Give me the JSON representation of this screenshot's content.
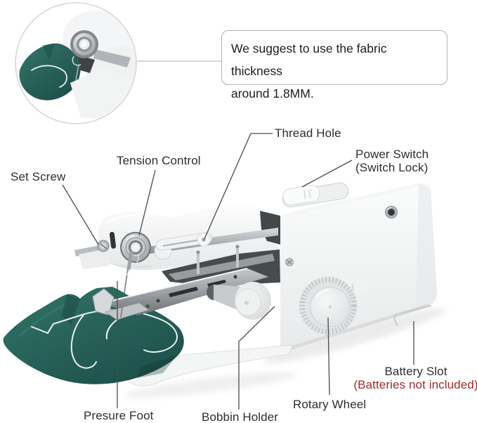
{
  "note_box": {
    "line1": "We suggest to use the fabric thickness",
    "line2": "around 1.8MM."
  },
  "callouts": {
    "thread_hole": "Thread Hole",
    "tension_control": "Tension Control",
    "set_screw": "Set Screw",
    "power_switch": "Power Switch",
    "power_switch_sub": "(Switch Lock)",
    "battery_slot": "Battery Slot",
    "battery_slot_note": "(Batteries not included)",
    "presser_foot": "Presure Foot",
    "bobbin_holder": "Bobbin Holder",
    "rotary_wheel": "Rotary Wheel"
  },
  "colors": {
    "label_text": "#2e2e2e",
    "warning_red": "#a02a2c",
    "fabric_teal": "#2a6a63",
    "machine_white": "#f2f3f4",
    "leader_line": "#4a4a4a",
    "note_border": "#aeb1b3"
  }
}
